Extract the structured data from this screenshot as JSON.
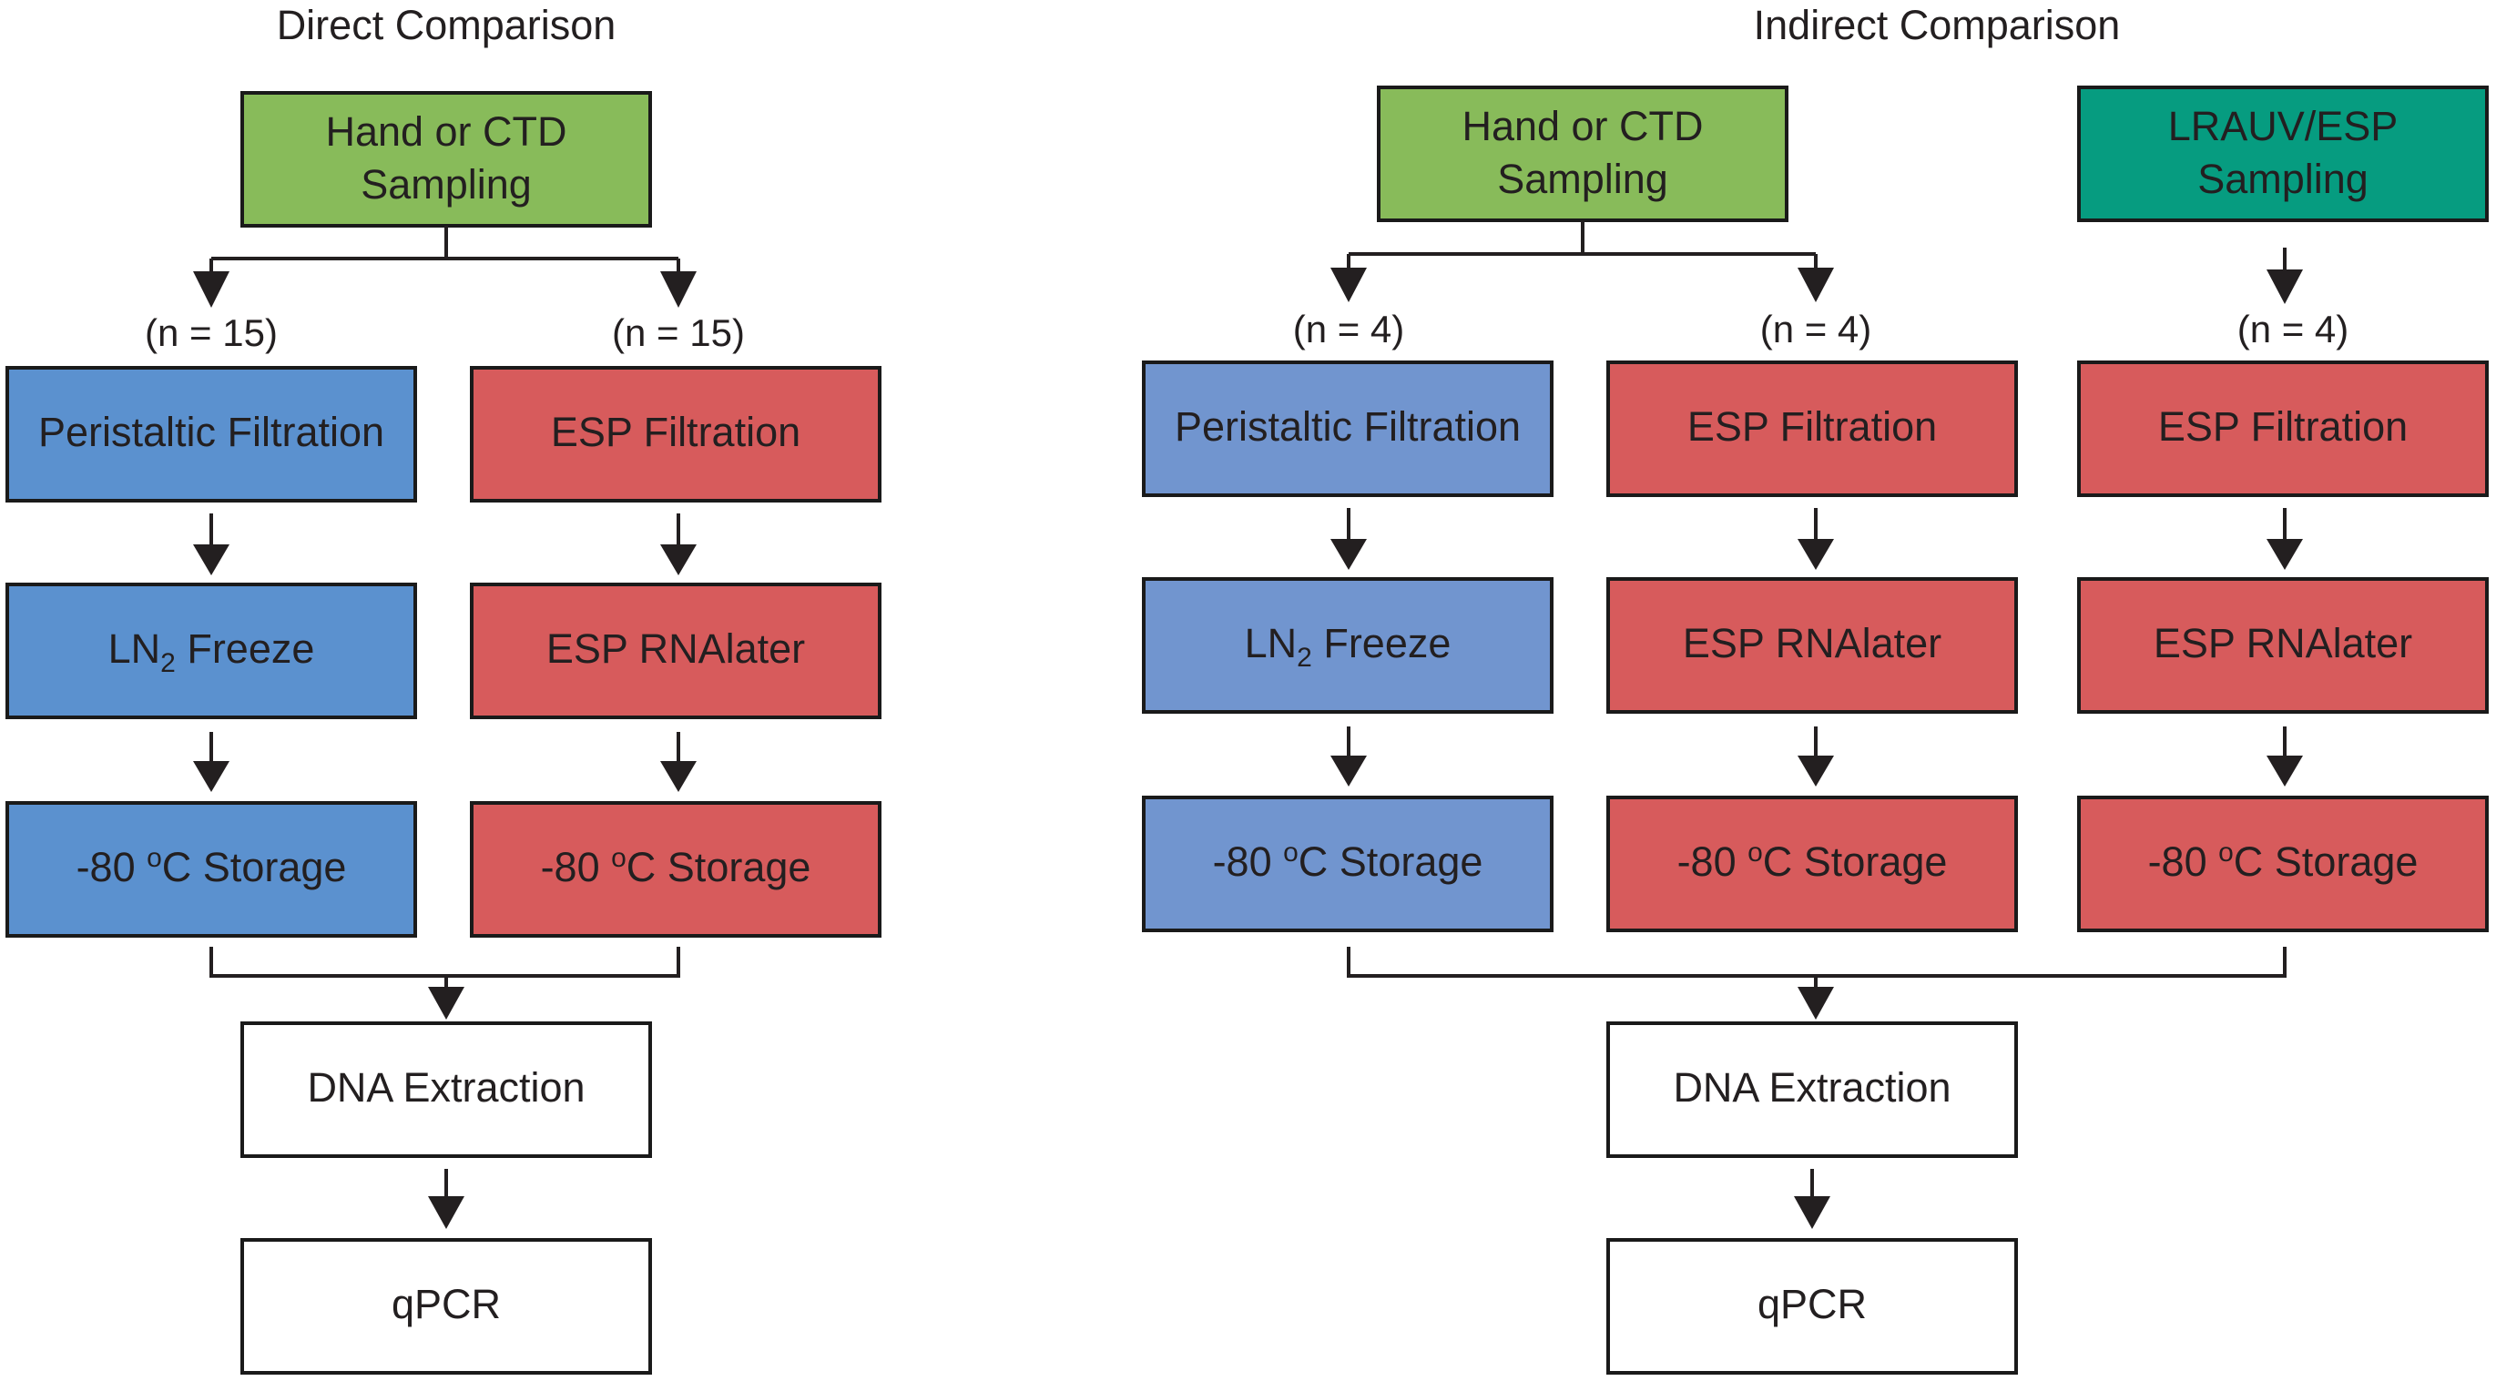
{
  "colors": {
    "green": "#88bb5a",
    "teal": "#069c80",
    "blue": "#5b91cf",
    "blue_light": "#7195cf",
    "red": "#d75b5c",
    "white": "#ffffff",
    "line": "#231f20"
  },
  "direct": {
    "title": "Direct Comparison",
    "sampling": {
      "line1": "Hand or CTD",
      "line2": "Sampling"
    },
    "left": {
      "n": "(n = 15)",
      "filtration": "Peristaltic Filtration",
      "preserve": {
        "main": "LN",
        "sub": "2",
        "rest": " Freeze"
      },
      "storage": {
        "pre": "-80 ",
        "sup": "o",
        "post": "C Storage"
      }
    },
    "right": {
      "n": "(n = 15)",
      "filtration": "ESP Filtration",
      "preserve": "ESP RNAlater",
      "storage": {
        "pre": "-80 ",
        "sup": "o",
        "post": "C Storage"
      }
    },
    "extraction": "DNA Extraction",
    "qpcr": "qPCR"
  },
  "indirect": {
    "title": "Indirect Comparison",
    "sampling_hand": {
      "line1": "Hand or CTD",
      "line2": "Sampling"
    },
    "sampling_lrauv": {
      "line1": "LRAUV/ESP",
      "line2": "Sampling"
    },
    "col1": {
      "n": "(n = 4)",
      "filtration": "Peristaltic Filtration",
      "preserve": {
        "main": "LN",
        "sub": "2",
        "rest": " Freeze"
      },
      "storage": {
        "pre": "-80 ",
        "sup": "o",
        "post": "C Storage"
      }
    },
    "col2": {
      "n": "(n = 4)",
      "filtration": "ESP Filtration",
      "preserve": "ESP RNAlater",
      "storage": {
        "pre": "-80 ",
        "sup": "o",
        "post": "C Storage"
      }
    },
    "col3": {
      "n": "(n = 4)",
      "filtration": "ESP Filtration",
      "preserve": "ESP RNAlater",
      "storage": {
        "pre": "-80 ",
        "sup": "o",
        "post": "C Storage"
      }
    },
    "extraction": "DNA Extraction",
    "qpcr": "qPCR"
  }
}
